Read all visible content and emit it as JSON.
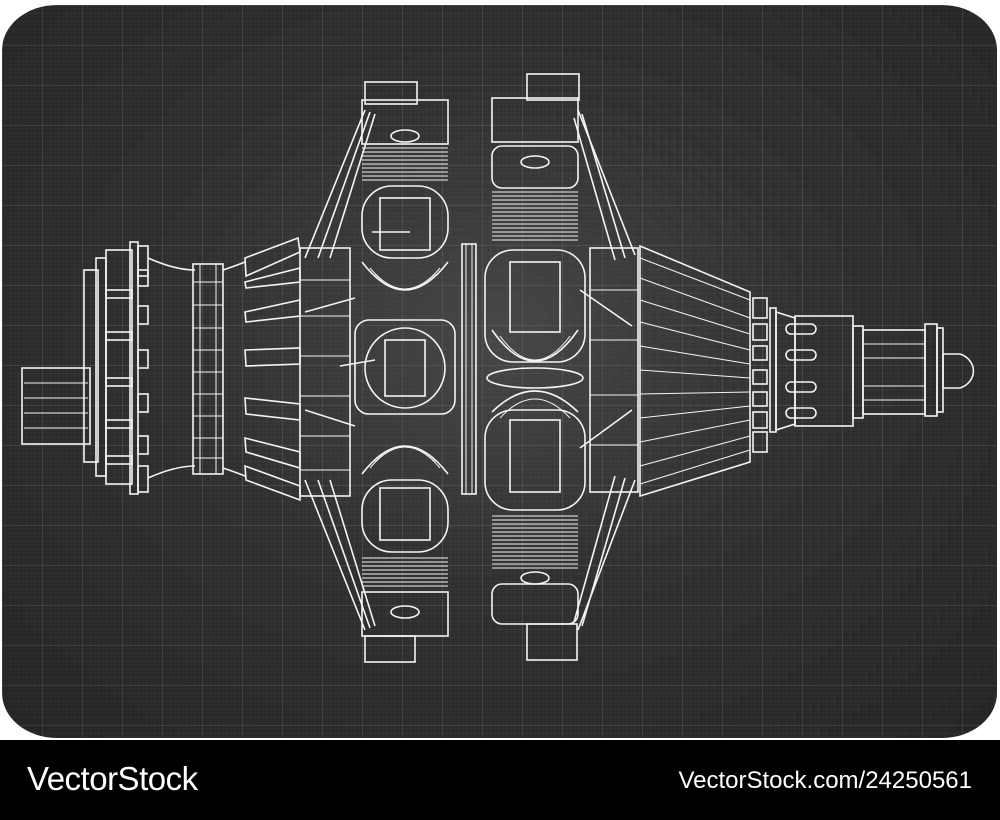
{
  "illustration": {
    "subject": "radial aircraft engine technical drawing",
    "style": "white line art on dark grid",
    "background_color": "#2f2f2f",
    "grid_color": "#4a4a4a",
    "line_color": "#f4f4f4"
  },
  "watermark": {
    "brand": "VectorStock",
    "image_id_label": "VectorStock.com/24250561",
    "bar_color": "#000000",
    "text_color": "#ffffff"
  }
}
